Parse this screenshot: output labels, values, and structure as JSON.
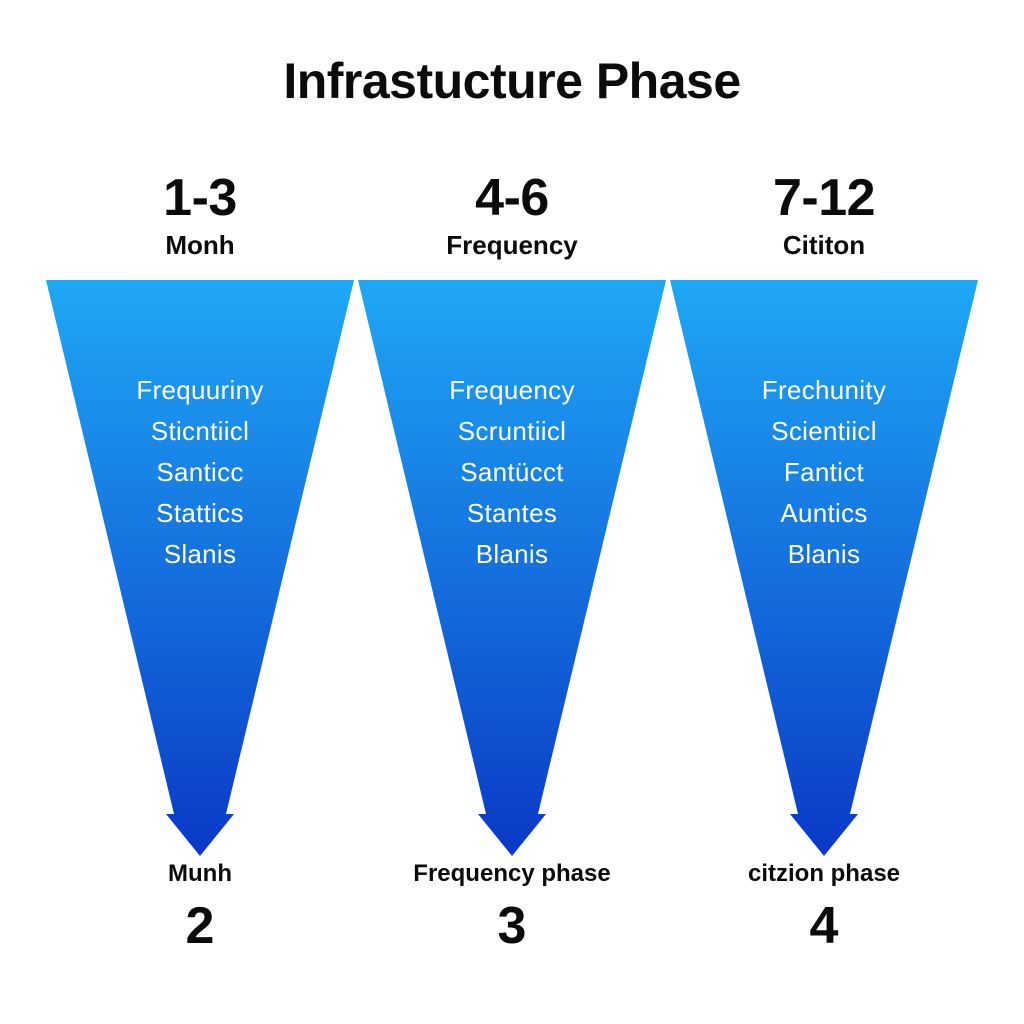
{
  "title": "Infrastucture Phase",
  "colors": {
    "funnel_top": "#1fa8f5",
    "funnel_bottom": "#0a39c6",
    "text_dark": "#0b0b0b",
    "text_light": "#ffffff"
  },
  "phases": [
    {
      "range": "1-3",
      "range_label": "Monh",
      "items": [
        "Frequuriny",
        "Sticntiicl",
        "Santicc",
        "Stattics",
        "Slanis"
      ],
      "phase_label": "Munh",
      "phase_number": "2"
    },
    {
      "range": "4-6",
      "range_label": "Frequency",
      "items": [
        "Frequency",
        "Scruntiicl",
        "Santücct",
        "Stantes",
        "Blanis"
      ],
      "phase_label": "Frequency phase",
      "phase_number": "3"
    },
    {
      "range": "7-12",
      "range_label": "Cititon",
      "items": [
        "Frechunity",
        "Scientiicl",
        "Fantict",
        "Auntics",
        "Blanis"
      ],
      "phase_label": "citzion phase",
      "phase_number": "4"
    }
  ]
}
